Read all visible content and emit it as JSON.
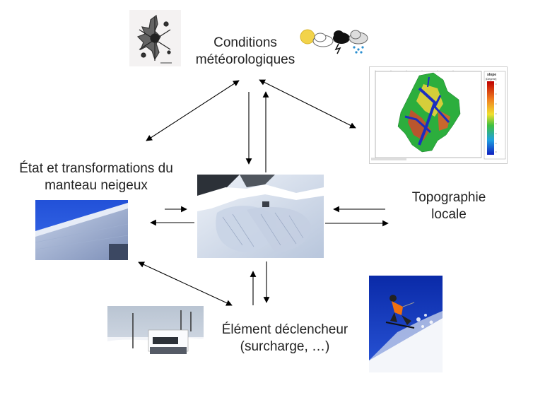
{
  "labels": {
    "weather": [
      "Conditions",
      "météorologiques"
    ],
    "snowpack": [
      "État et transformations du",
      "manteau neigeux"
    ],
    "topography": [
      "Topographie",
      "locale"
    ],
    "trigger": [
      "Élément déclencheur",
      "(surcharge, …)"
    ]
  },
  "slope_map": {
    "legend_title": "slope",
    "legend_unit": "[Degree]"
  },
  "colors": {
    "text": "#222222",
    "arrow": "#000000",
    "snow_blue": "#8fa5c8",
    "sky_blue": "#1f4fd6"
  },
  "icons": [
    "weather-icons",
    "snowflake-crystal-icon"
  ]
}
